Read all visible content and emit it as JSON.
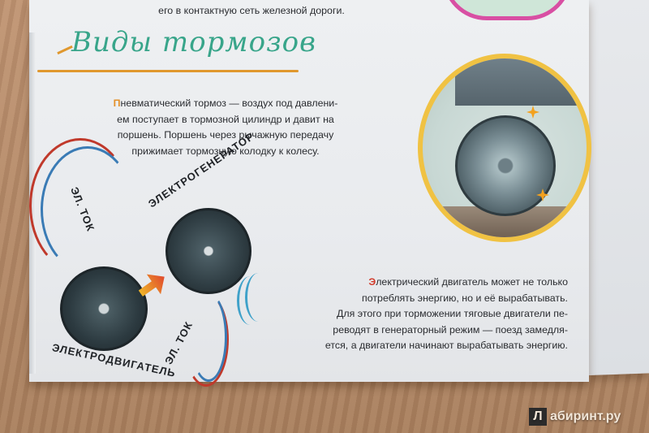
{
  "top_text": "его в контактную сеть железной дороги.",
  "heading": "Виды тормозов",
  "paragraph1": {
    "dropcap": "П",
    "lines": [
      "невматический тормоз — воздух под давлени-",
      "ем поступает в тормозной цилиндр и давит на",
      "поршень. Поршень через рычажную передачу",
      "прижимает тормозную колодку к колесу."
    ]
  },
  "paragraph2": {
    "dropcap": "Э",
    "lines": [
      "лектрический двигатель может не только",
      "потреблять энергию, но и её вырабатывать.",
      "Для этого при торможении тяговые двигатели пе-",
      "реводят в генераторный режим — поезд замедля-",
      "ется, а двигатели начинают вырабатывать энергию."
    ]
  },
  "diagram_labels": {
    "current_1": "ЭЛ. ТОК",
    "generator": "ЭЛЕКТРОГЕНЕРАТОР",
    "current_2": "ЭЛ. ТОК",
    "motor": "ЭЛЕКТРОДВИГАТЕЛЬ"
  },
  "watermark": {
    "logo_letter": "Л",
    "text": "абиринт.ру"
  },
  "colors": {
    "heading": "#38a58a",
    "accent_orange": "#e0982e",
    "dropcap_red": "#d23a2a",
    "circle_border": "#f0c243"
  }
}
